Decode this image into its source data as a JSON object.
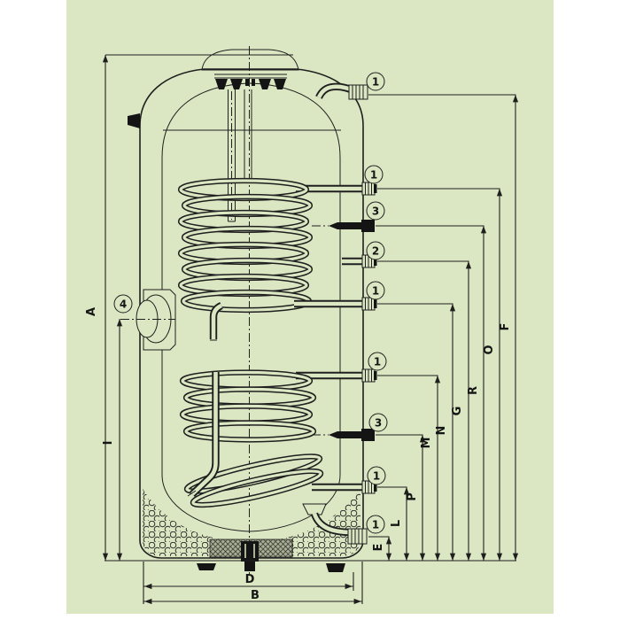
{
  "diagram": {
    "type": "technical-drawing",
    "subject": "dual-coil hot water storage tank cross-section with dimension lines",
    "colors": {
      "canvas": "#dbe7c2",
      "line": "#1f1f1f",
      "page": "#ffffff"
    },
    "callouts": [
      {
        "number": "1",
        "position": "top-outlet-elbow"
      },
      {
        "number": "1",
        "position": "upper-coil-inlet"
      },
      {
        "number": "3",
        "position": "upper-thermowell"
      },
      {
        "number": "2",
        "position": "middle-port"
      },
      {
        "number": "1",
        "position": "upper-coil-outlet"
      },
      {
        "number": "1",
        "position": "lower-coil-inlet"
      },
      {
        "number": "3",
        "position": "lower-thermowell"
      },
      {
        "number": "1",
        "position": "lower-coil-outlet"
      },
      {
        "number": "1",
        "position": "bottom-outlet-elbow"
      },
      {
        "number": "4",
        "position": "inspection-flange"
      }
    ],
    "dimension_labels": {
      "left": [
        {
          "label": "A"
        },
        {
          "label": "I"
        }
      ],
      "right": [
        {
          "label": "E"
        },
        {
          "label": "L"
        },
        {
          "label": "P"
        },
        {
          "label": "M"
        },
        {
          "label": "N"
        },
        {
          "label": "G"
        },
        {
          "label": "R"
        },
        {
          "label": "O"
        },
        {
          "label": "F"
        }
      ],
      "bottom": [
        {
          "label": "D"
        },
        {
          "label": "B"
        }
      ]
    }
  }
}
